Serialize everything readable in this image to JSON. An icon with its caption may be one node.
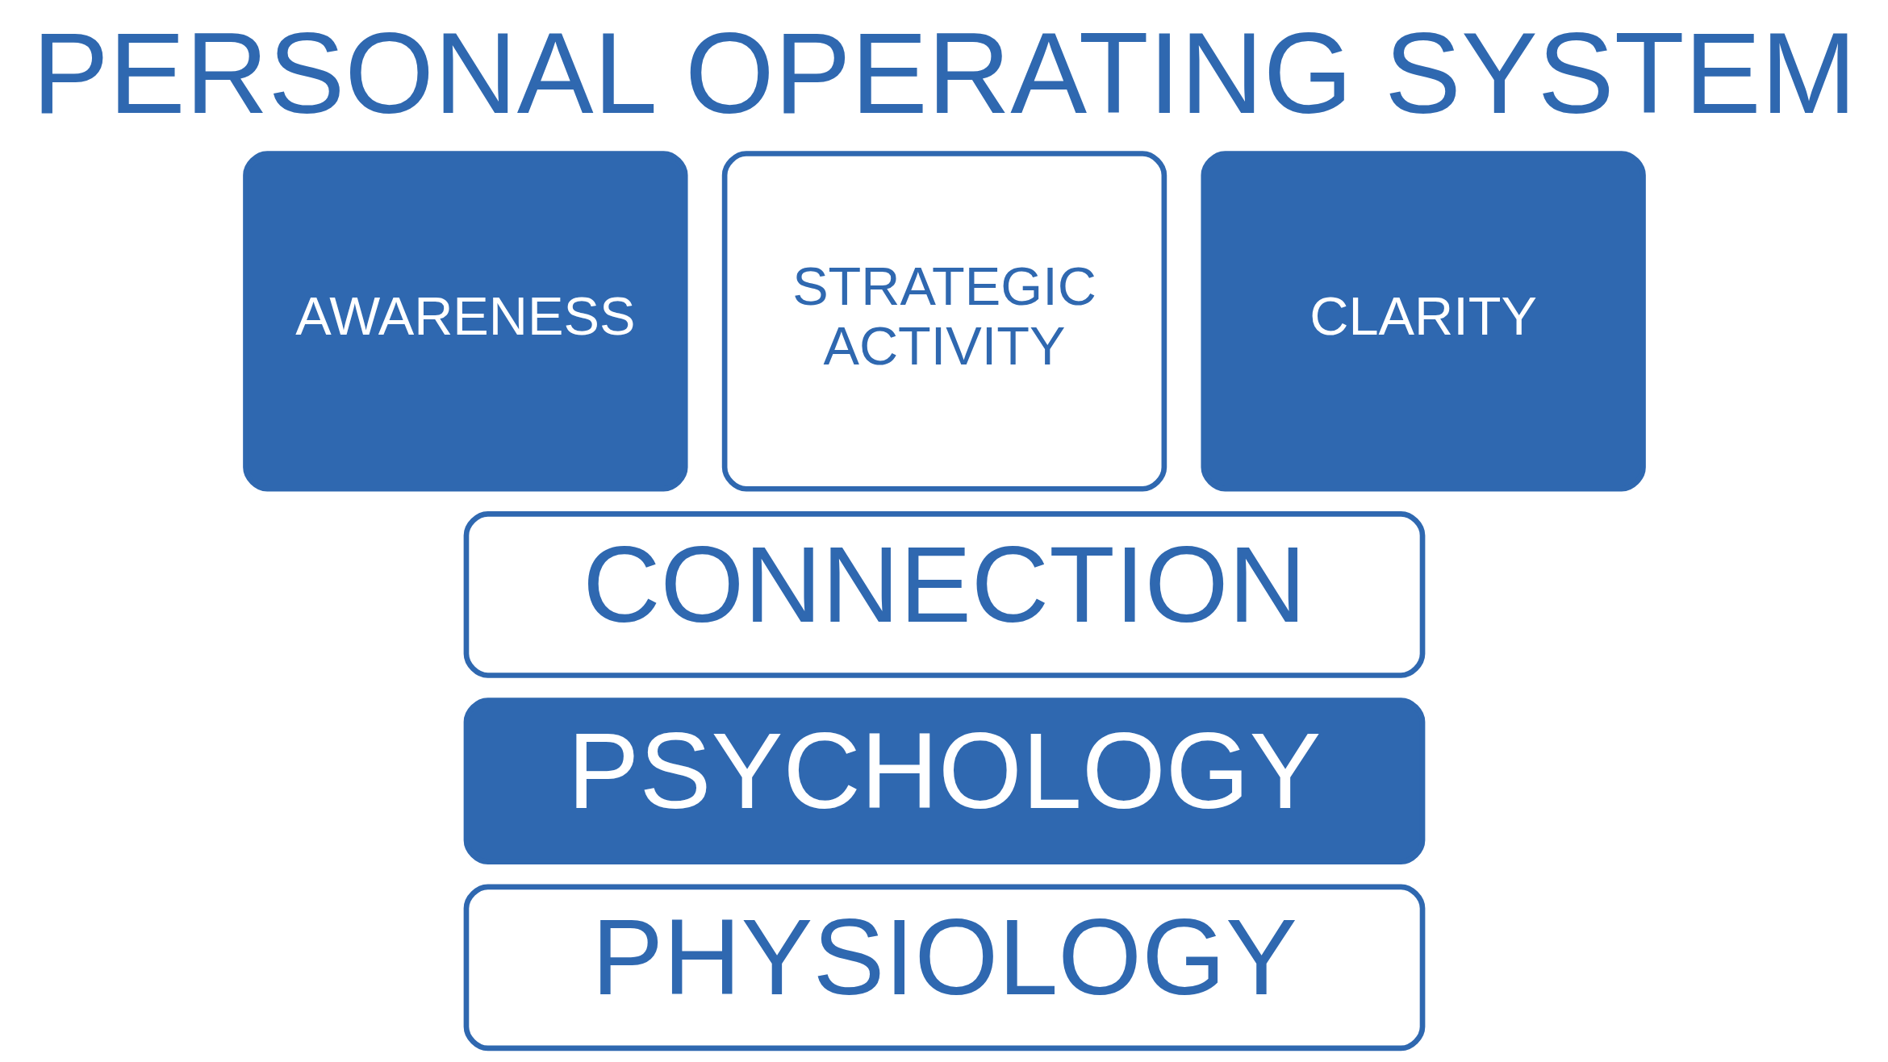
{
  "diagram": {
    "title": "PERSONAL OPERATING SYSTEM",
    "nodes": [
      {
        "text": [
          "AWARENESS"
        ]
      },
      {
        "text": [
          "STRATEGIC ACTIVITY"
        ]
      },
      {
        "text": [
          "CLARITY"
        ]
      },
      {
        "text": [
          "CONNECTION"
        ]
      },
      {
        "text": [
          "PSYCHOLOGY"
        ]
      },
      {
        "text": [
          "PHYSIOLOGY"
        ]
      }
    ]
  }
}
